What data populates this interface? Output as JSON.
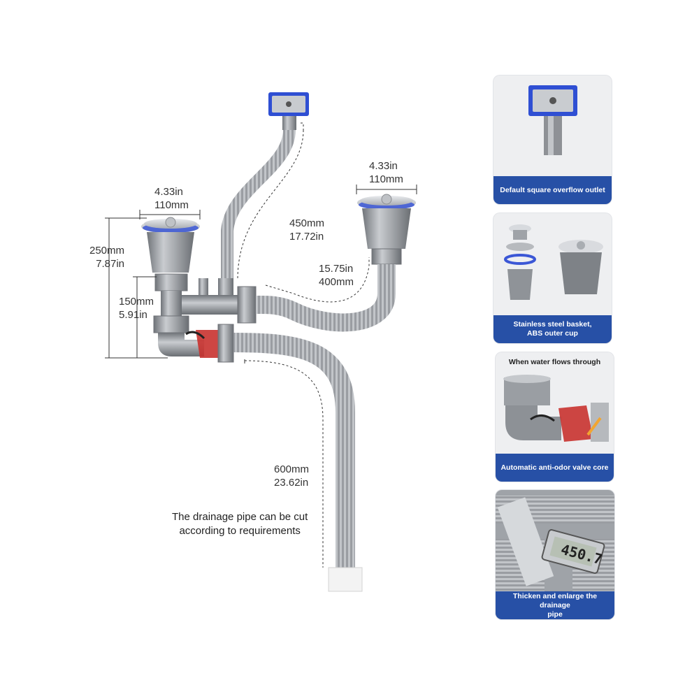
{
  "dimensions": {
    "left_basket_width": [
      "4.33in",
      "110mm"
    ],
    "right_basket_width": [
      "4.33in",
      "110mm"
    ],
    "total_height": [
      "250mm",
      "7.87in"
    ],
    "trap_height": [
      "150mm",
      "5.91in"
    ],
    "overflow_hose": [
      "450mm",
      "17.72in"
    ],
    "connector_hose": [
      "15.75in",
      "400mm"
    ],
    "drain_pipe": [
      "600mm",
      "23.62in"
    ]
  },
  "note": [
    "The drainage pipe can be cut",
    "according to requirements"
  ],
  "cards": [
    {
      "caption": [
        "Default square overflow outlet"
      ],
      "top_note": ""
    },
    {
      "caption": [
        "Stainless steel basket,",
        "ABS outer cup"
      ],
      "top_note": ""
    },
    {
      "caption": [
        "Automatic anti-odor valve core"
      ],
      "top_note": "When water flows through"
    },
    {
      "caption": [
        "Thicken and enlarge the drainage",
        "pipe"
      ],
      "top_note": ""
    }
  ],
  "caliper_reading": "450.7",
  "colors": {
    "caption_bar": "#2750a6",
    "seal_ring": "#3b57d6",
    "valve": "#c8322f",
    "pipe": "#8e9196"
  }
}
